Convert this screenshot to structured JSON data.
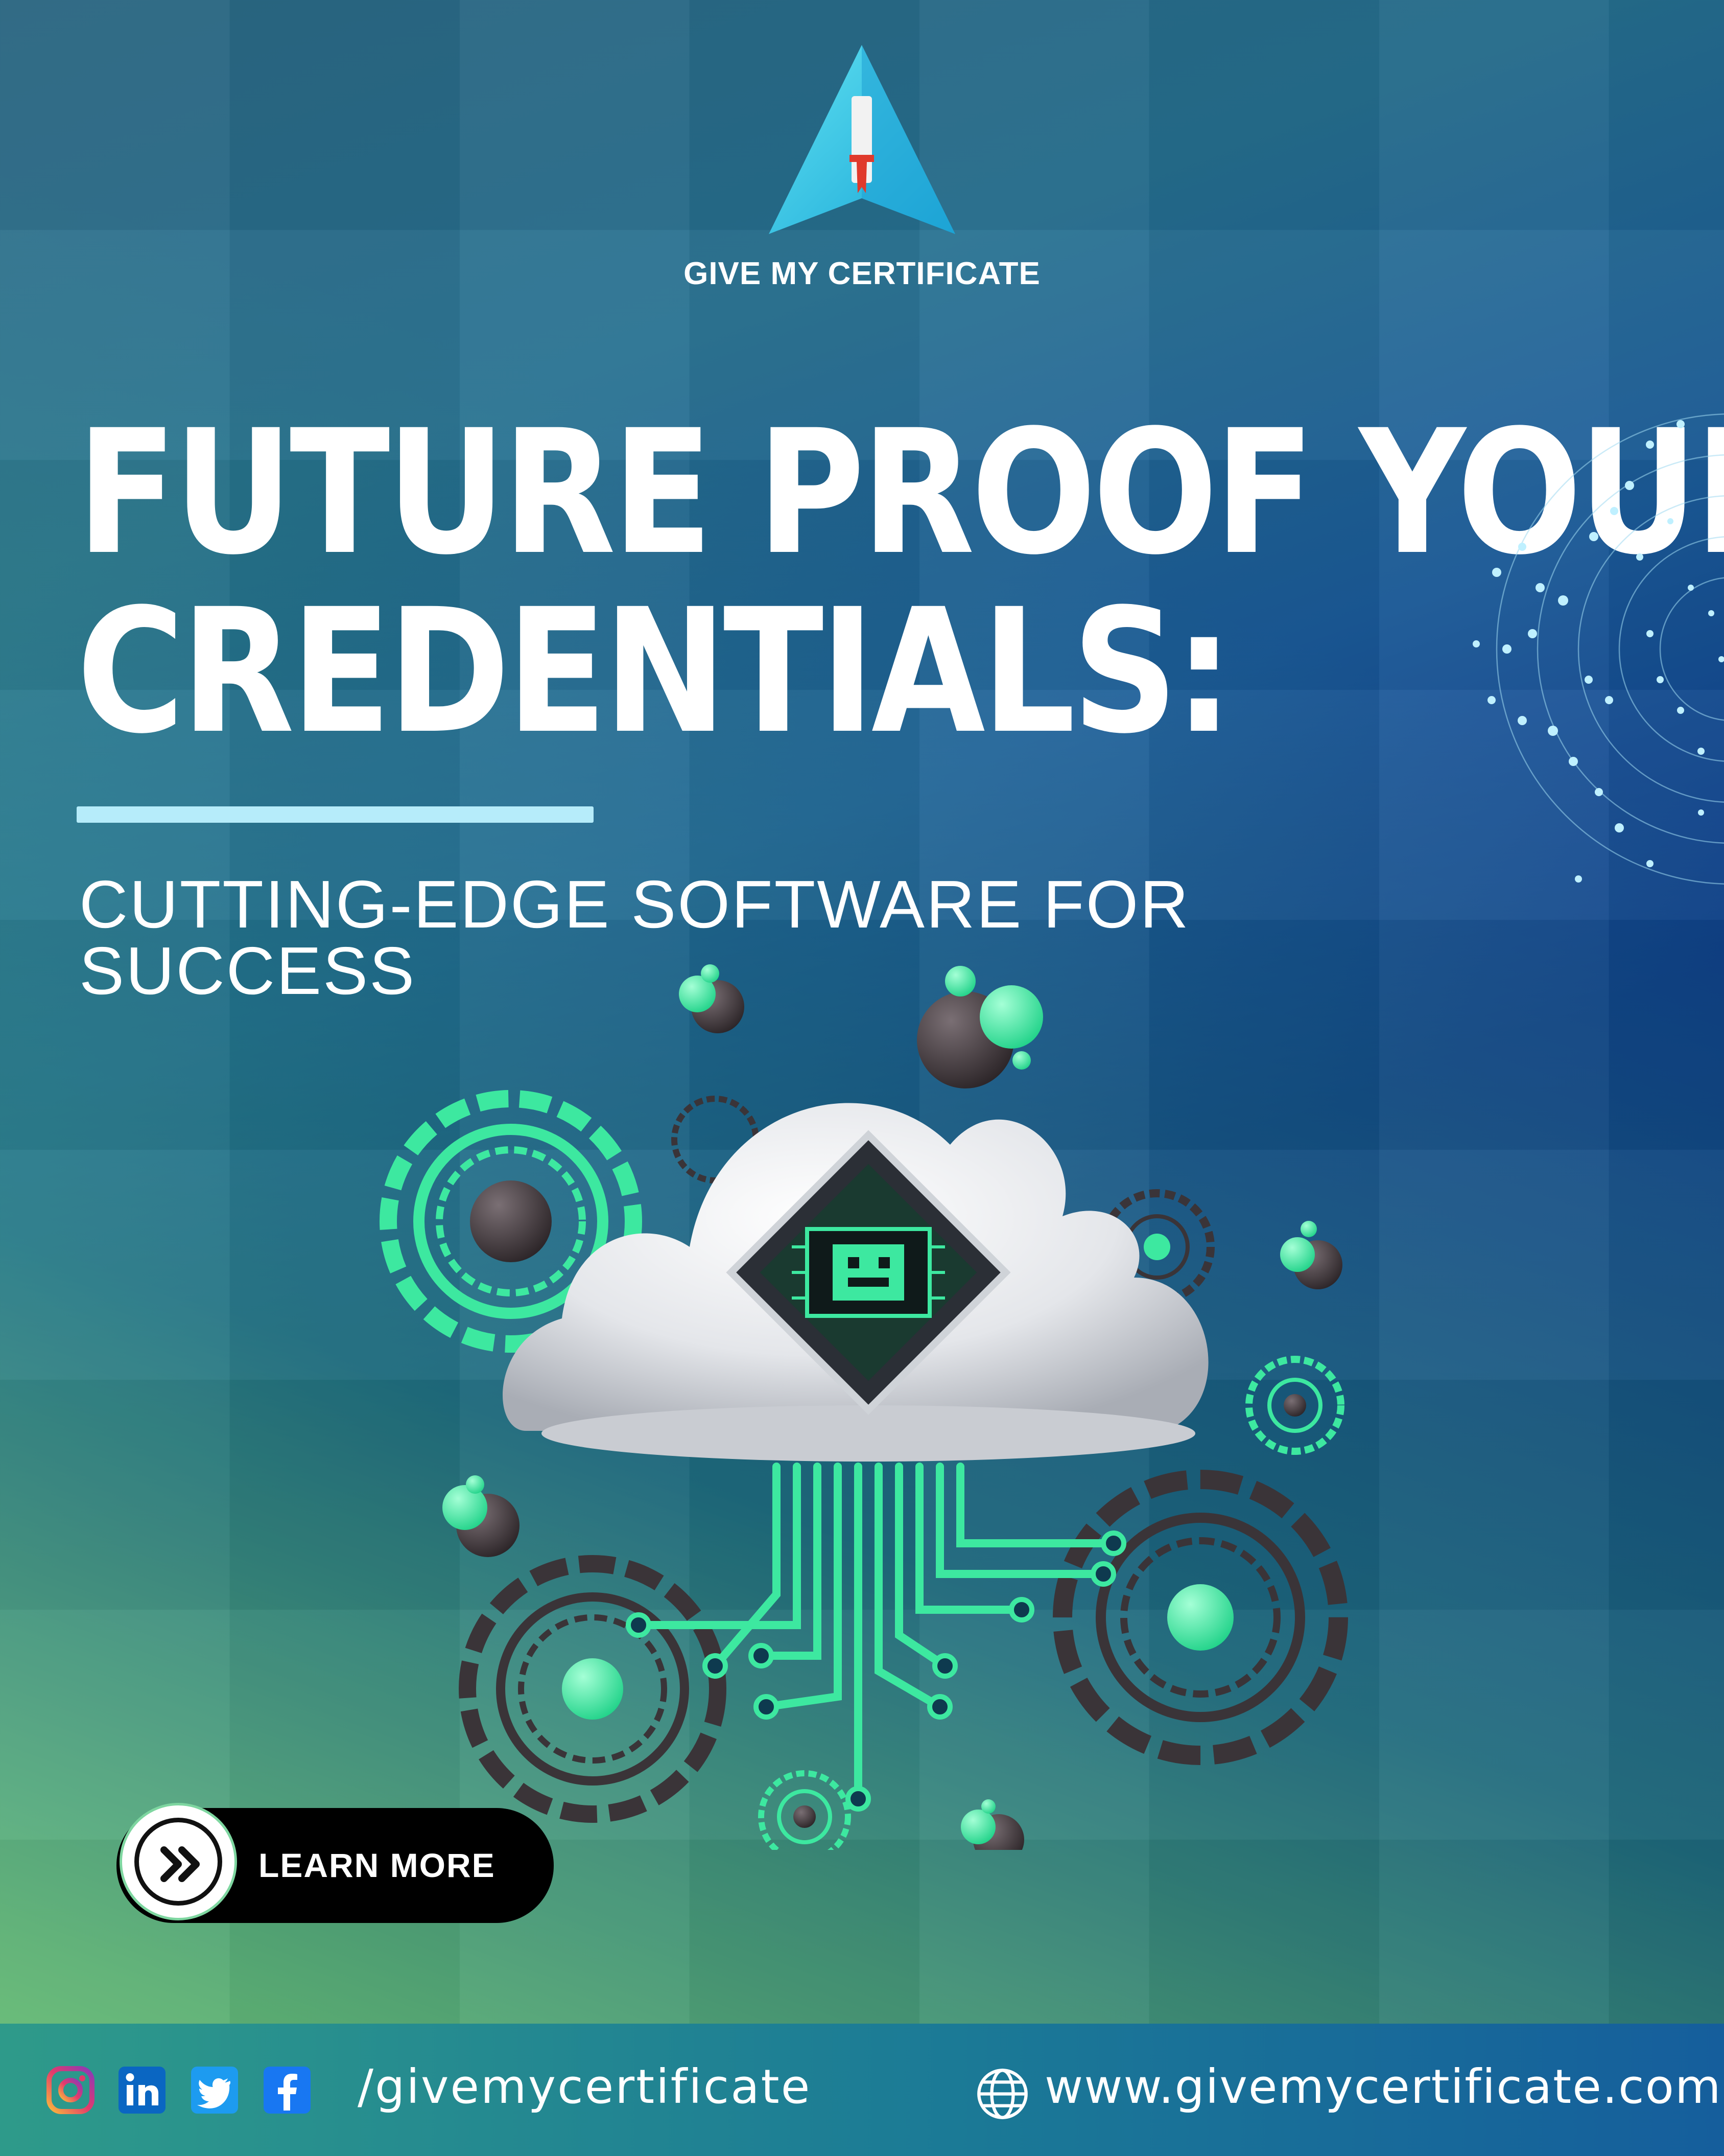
{
  "brand": {
    "name": "GIVE MY CERTIFICATE"
  },
  "headline": {
    "line1": "FUTURE PROOF YOUR",
    "line2": "CREDENTIALS:"
  },
  "subhead": {
    "line1": "CUTTING-EDGE SOFTWARE FOR",
    "line2": "SUCCESS"
  },
  "cta": {
    "label": "LEARN MORE",
    "icon": "double-chevron-right-icon"
  },
  "footer": {
    "social_icons": [
      "instagram-icon",
      "linkedin-icon",
      "twitter-icon",
      "facebook-icon"
    ],
    "handle": "/givemycertificate",
    "website": "www.givemycertificate.com",
    "website_icon": "globe-icon"
  },
  "colors": {
    "accent_green": "#3de8a0",
    "rule": "#b6ecfa",
    "button_bg": "#000000",
    "text": "#ffffff"
  }
}
